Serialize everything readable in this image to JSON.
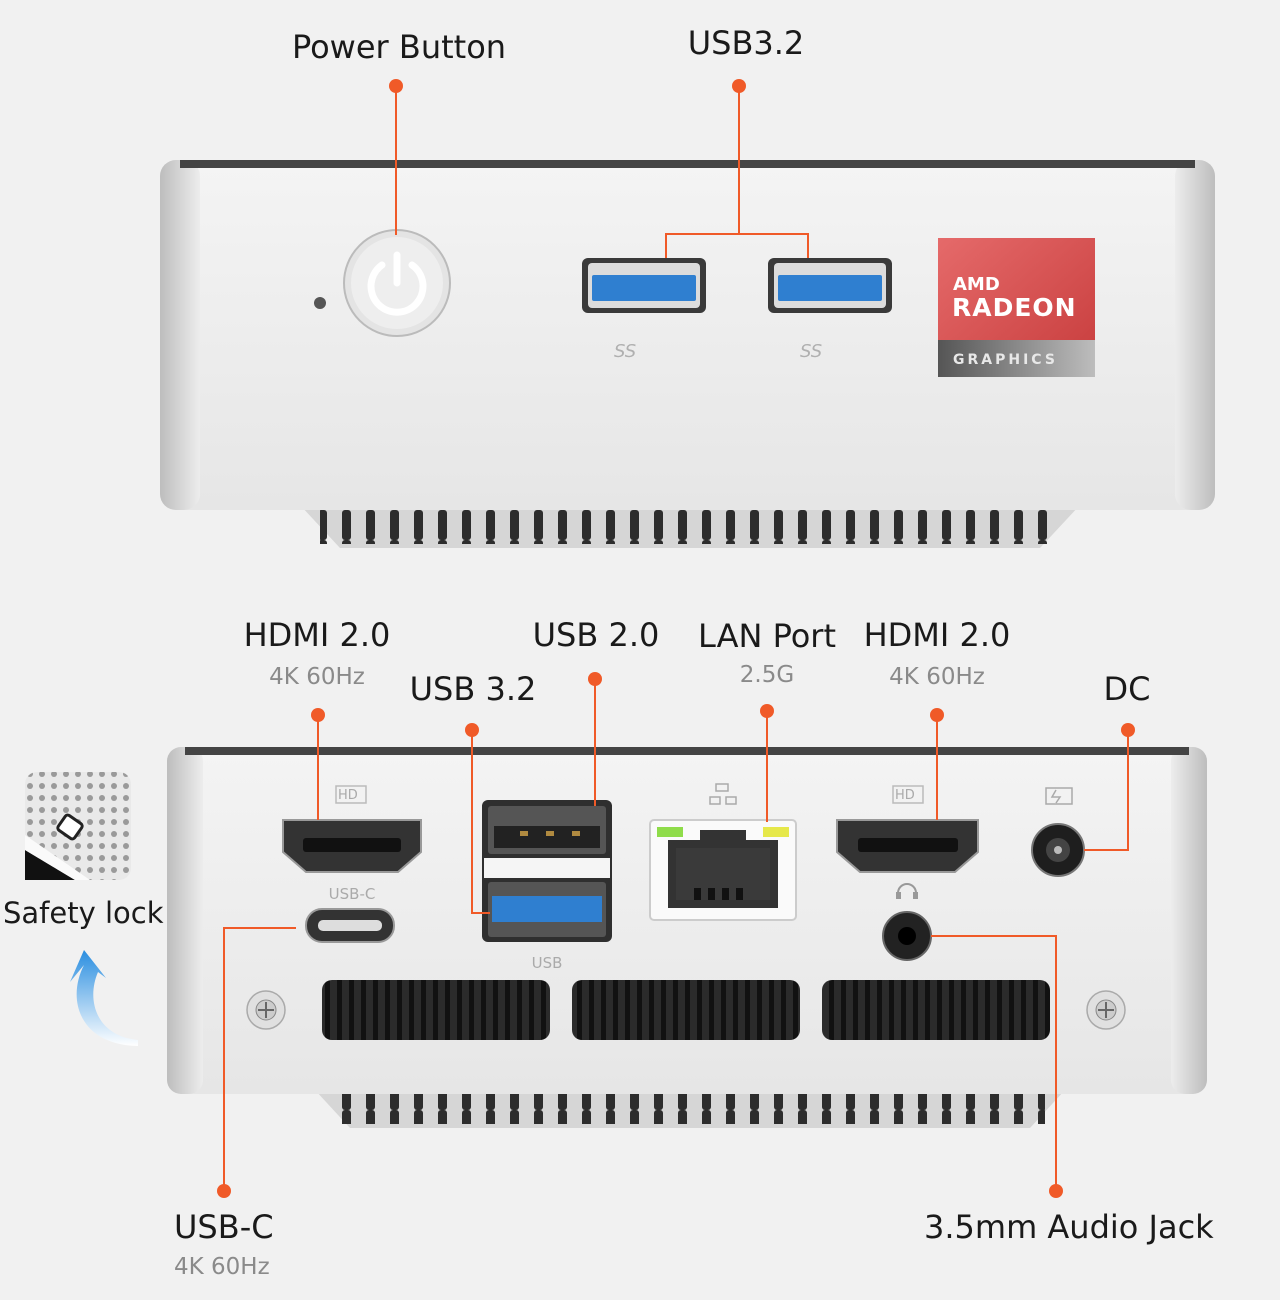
{
  "callouts": {
    "power_button": "Power Button",
    "usb32_top": "USB3.2",
    "hdmi_left": "HDMI 2.0",
    "hdmi_left_sub": "4K 60Hz",
    "usb32_back": "USB 3.2",
    "usb20": "USB 2.0",
    "lan": "LAN Port",
    "lan_sub": "2.5G",
    "hdmi_right": "HDMI 2.0",
    "hdmi_right_sub": "4K 60Hz",
    "dc": "DC",
    "safety_lock": "Safety lock",
    "usbc": "USB-C",
    "usbc_sub": "4K 60Hz",
    "audio": "3.5mm Audio Jack"
  },
  "badge": {
    "brand": "AMD",
    "product": "RADEON",
    "line": "GRAPHICS",
    "color": "#d94a4a"
  },
  "port_marks": {
    "hd": "HD",
    "usbc": "USB-C",
    "usb": "USB",
    "ss": "SS"
  },
  "colors": {
    "accent": "#f05a28",
    "usb3_blue": "#2f7fd0",
    "arrow_blue": "#2a8ee0"
  }
}
